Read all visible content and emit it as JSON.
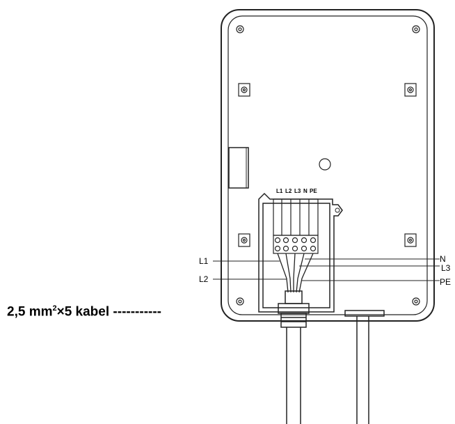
{
  "terminal_labels": [
    "L1",
    "L2",
    "L3",
    "N",
    "PE"
  ],
  "wire_labels": {
    "l1": "L1",
    "l2": "L2",
    "n": "N",
    "l3": "L3",
    "pe": "PE"
  },
  "cable_label": {
    "prefix": "2,5 mm",
    "superscript": "2",
    "suffix": "×5 kabel -----------"
  }
}
